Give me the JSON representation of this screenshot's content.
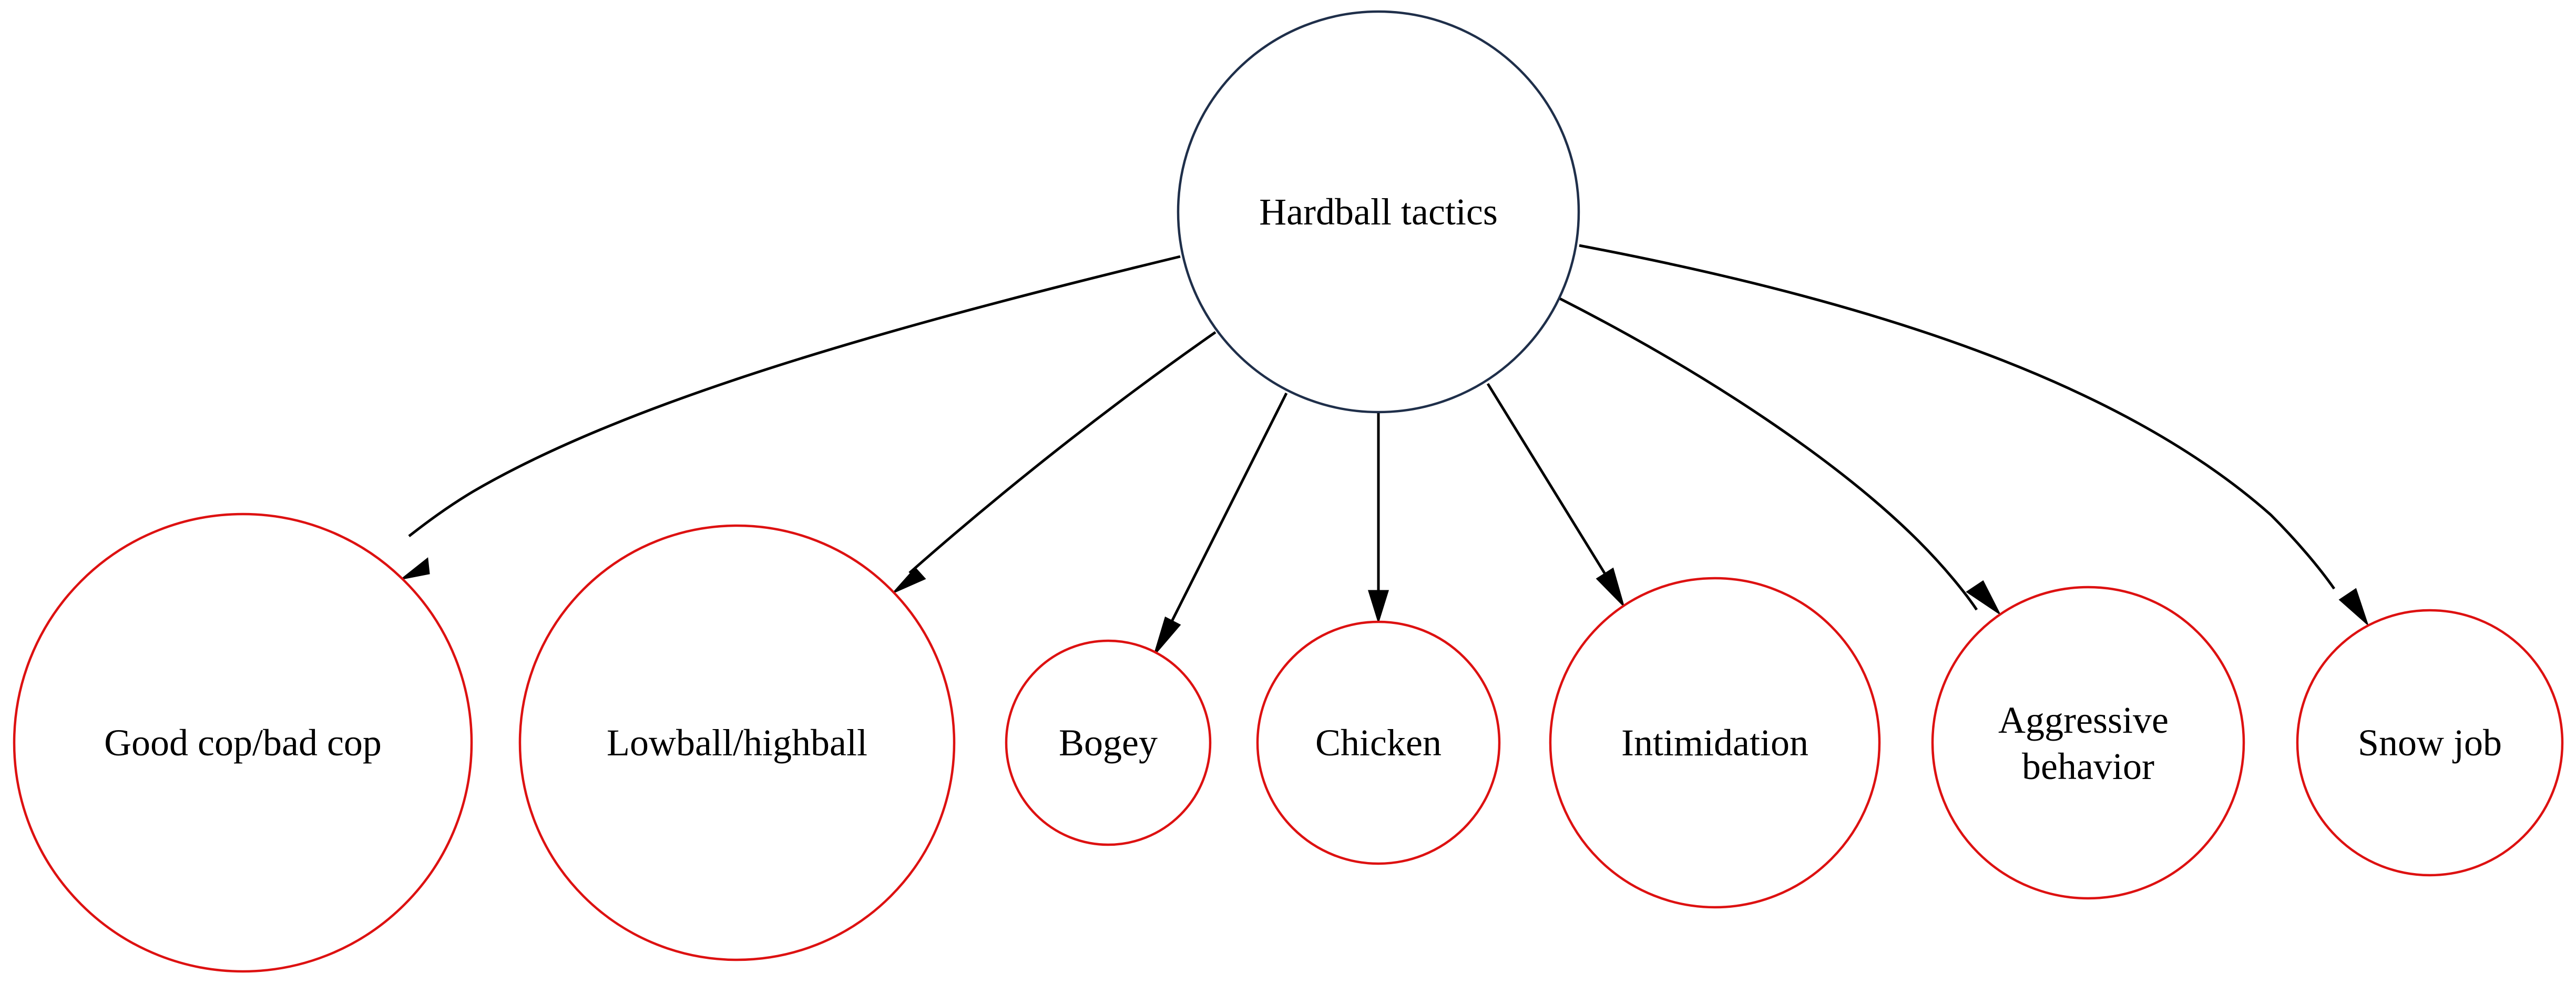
{
  "diagram": {
    "type": "tree",
    "root": {
      "label": "Hardball tactics",
      "border_color": "#1f2f4a"
    },
    "children_border_color": "#dd1111",
    "children": [
      {
        "id": "good-cop",
        "label": "Good cop/bad cop"
      },
      {
        "id": "lowball",
        "label": "Lowball/highball"
      },
      {
        "id": "bogey",
        "label": "Bogey"
      },
      {
        "id": "chicken",
        "label": "Chicken"
      },
      {
        "id": "intimidation",
        "label": "Intimidation"
      },
      {
        "id": "aggressive",
        "label": "Aggressive behavior",
        "lines": [
          "Aggressive",
          "behavior"
        ]
      },
      {
        "id": "snow-job",
        "label": "Snow job"
      }
    ],
    "edges": [
      {
        "from": "Hardball tactics",
        "to": "Good cop/bad cop"
      },
      {
        "from": "Hardball tactics",
        "to": "Lowball/highball"
      },
      {
        "from": "Hardball tactics",
        "to": "Bogey"
      },
      {
        "from": "Hardball tactics",
        "to": "Chicken"
      },
      {
        "from": "Hardball tactics",
        "to": "Intimidation"
      },
      {
        "from": "Hardball tactics",
        "to": "Aggressive behavior"
      },
      {
        "from": "Hardball tactics",
        "to": "Snow job"
      }
    ]
  }
}
